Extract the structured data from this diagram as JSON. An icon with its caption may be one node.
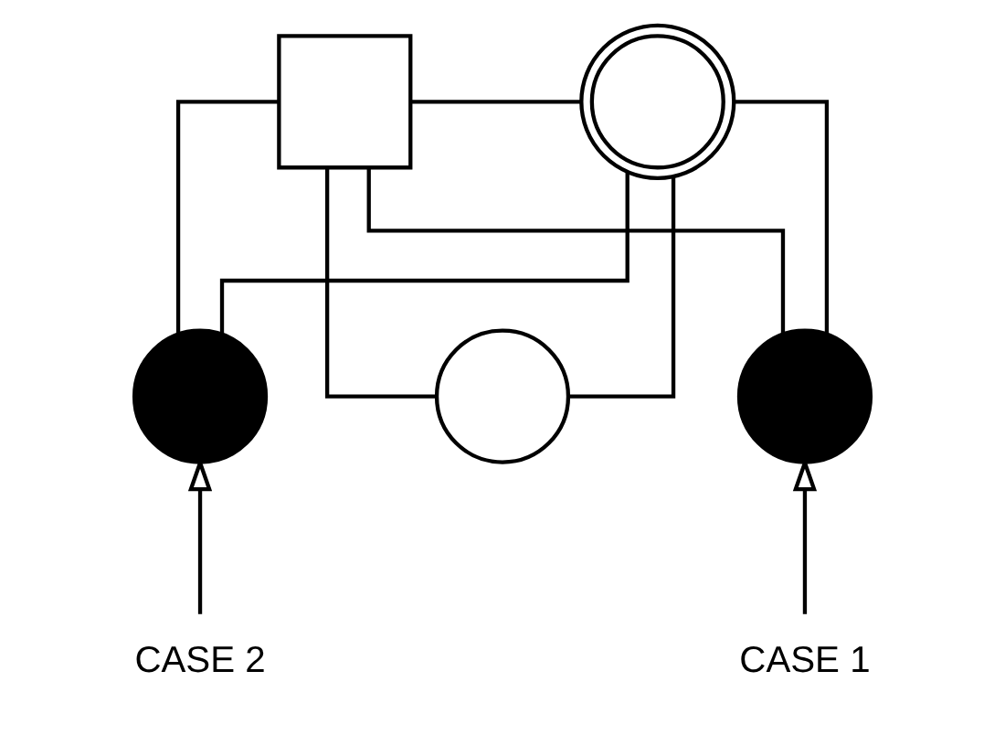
{
  "diagram": {
    "nodes": [
      {
        "text": [],
        "shape": "box"
      },
      {
        "text": [],
        "shape": "circle"
      },
      {
        "text": [],
        "shape": "circle"
      },
      {
        "text": [],
        "shape": "circle"
      },
      {
        "text": [],
        "shape": "circle"
      },
      {
        "text": [
          "CASE 2"
        ]
      },
      {
        "text": [
          "CASE 1"
        ]
      }
    ],
    "edges": [
      {
        "from": 0,
        "to": 1,
        "arrow": "none"
      },
      {
        "from": 0,
        "to": 2,
        "arrow": "none"
      },
      {
        "from": 1,
        "to": 2,
        "arrow": "none"
      },
      {
        "from": 0,
        "to": 3,
        "arrow": "none"
      },
      {
        "from": 1,
        "to": 3,
        "arrow": "none"
      },
      {
        "from": 0,
        "to": 4,
        "arrow": "none"
      },
      {
        "from": 1,
        "to": 4,
        "arrow": "none"
      },
      {
        "from": 5,
        "to": 2,
        "arrow": "to"
      },
      {
        "from": 6,
        "to": 4,
        "arrow": "to"
      }
    ]
  }
}
